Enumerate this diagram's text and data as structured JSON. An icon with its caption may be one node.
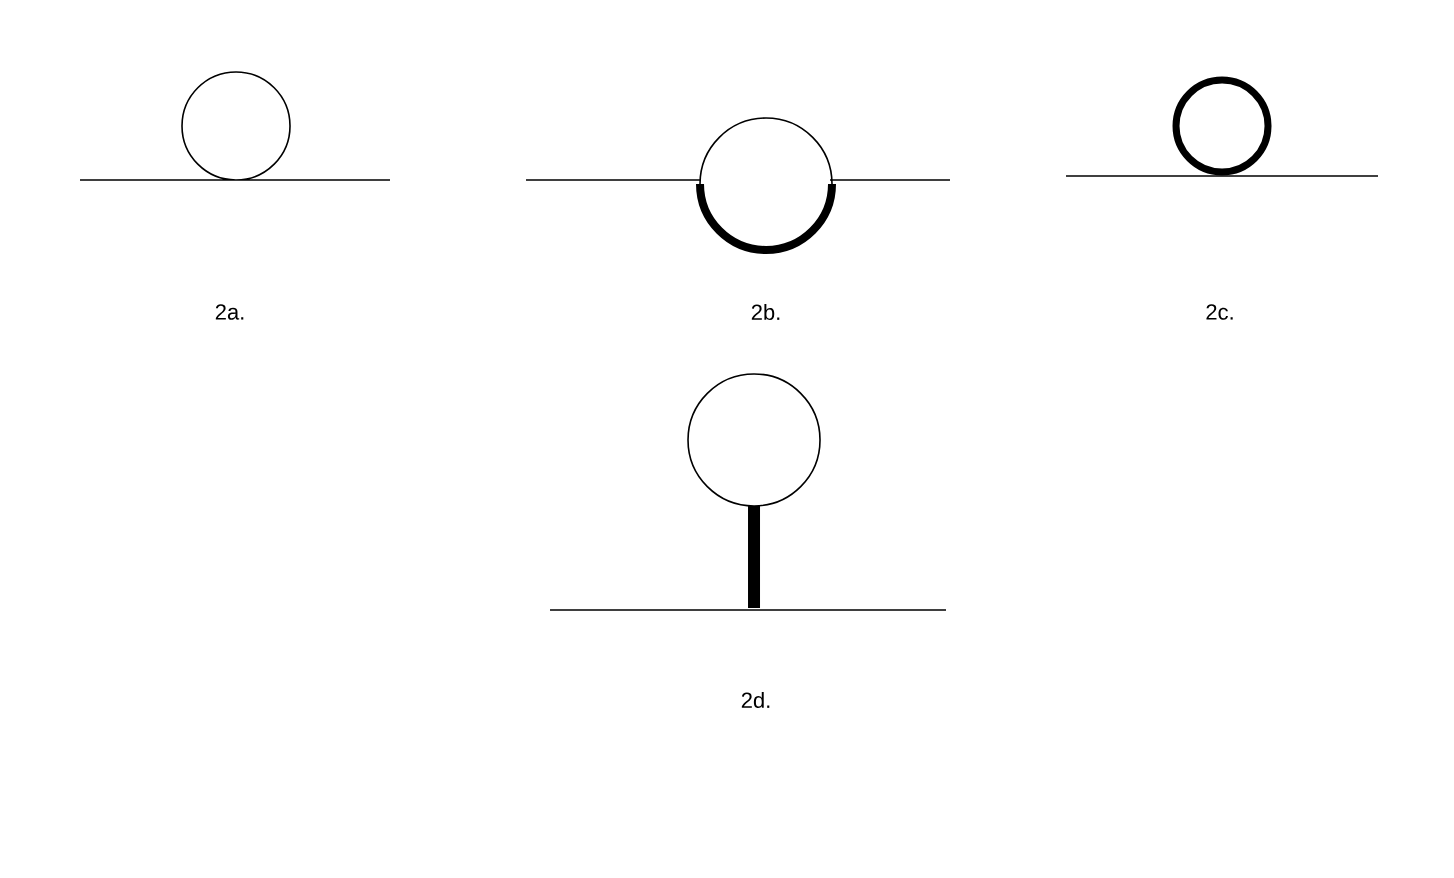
{
  "diagram": {
    "labels": [
      "2a.",
      "2b.",
      "2c.",
      "2d."
    ]
  }
}
